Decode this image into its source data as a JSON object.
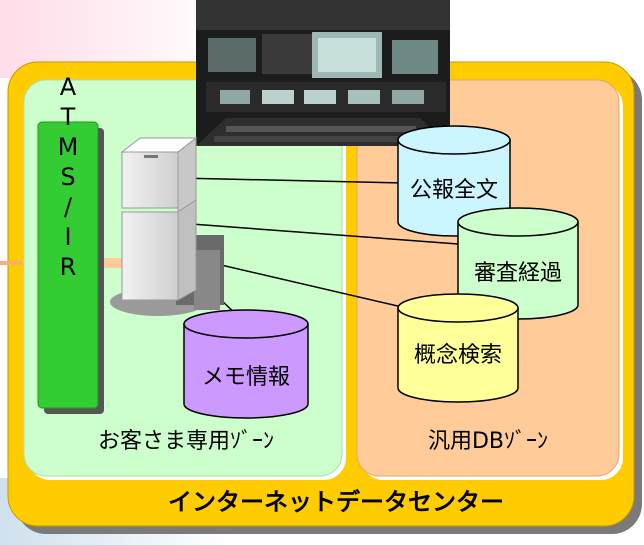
{
  "diagram": {
    "vertical_bar_label": "ATMS/IR",
    "customer_zone_label": "お客さま専用ｿﾞｰﾝ",
    "db_zone_label": "汎用DBｿﾞｰﾝ",
    "datacenter_label": "インターネットデータセンター",
    "cylinders": [
      {
        "label": "公報全文",
        "color": "#ccf6ff"
      },
      {
        "label": "審査経過",
        "color": "#ccffcc"
      },
      {
        "label": "概念検索",
        "color": "#ffff99"
      },
      {
        "label": "メモ情報",
        "color": "#cc99ff"
      }
    ],
    "colors": {
      "outer_frame": "#ffcc00",
      "customer_zone": "#ccffcc",
      "db_zone": "#ffcc99",
      "atms_bar": "#33cc33"
    }
  }
}
